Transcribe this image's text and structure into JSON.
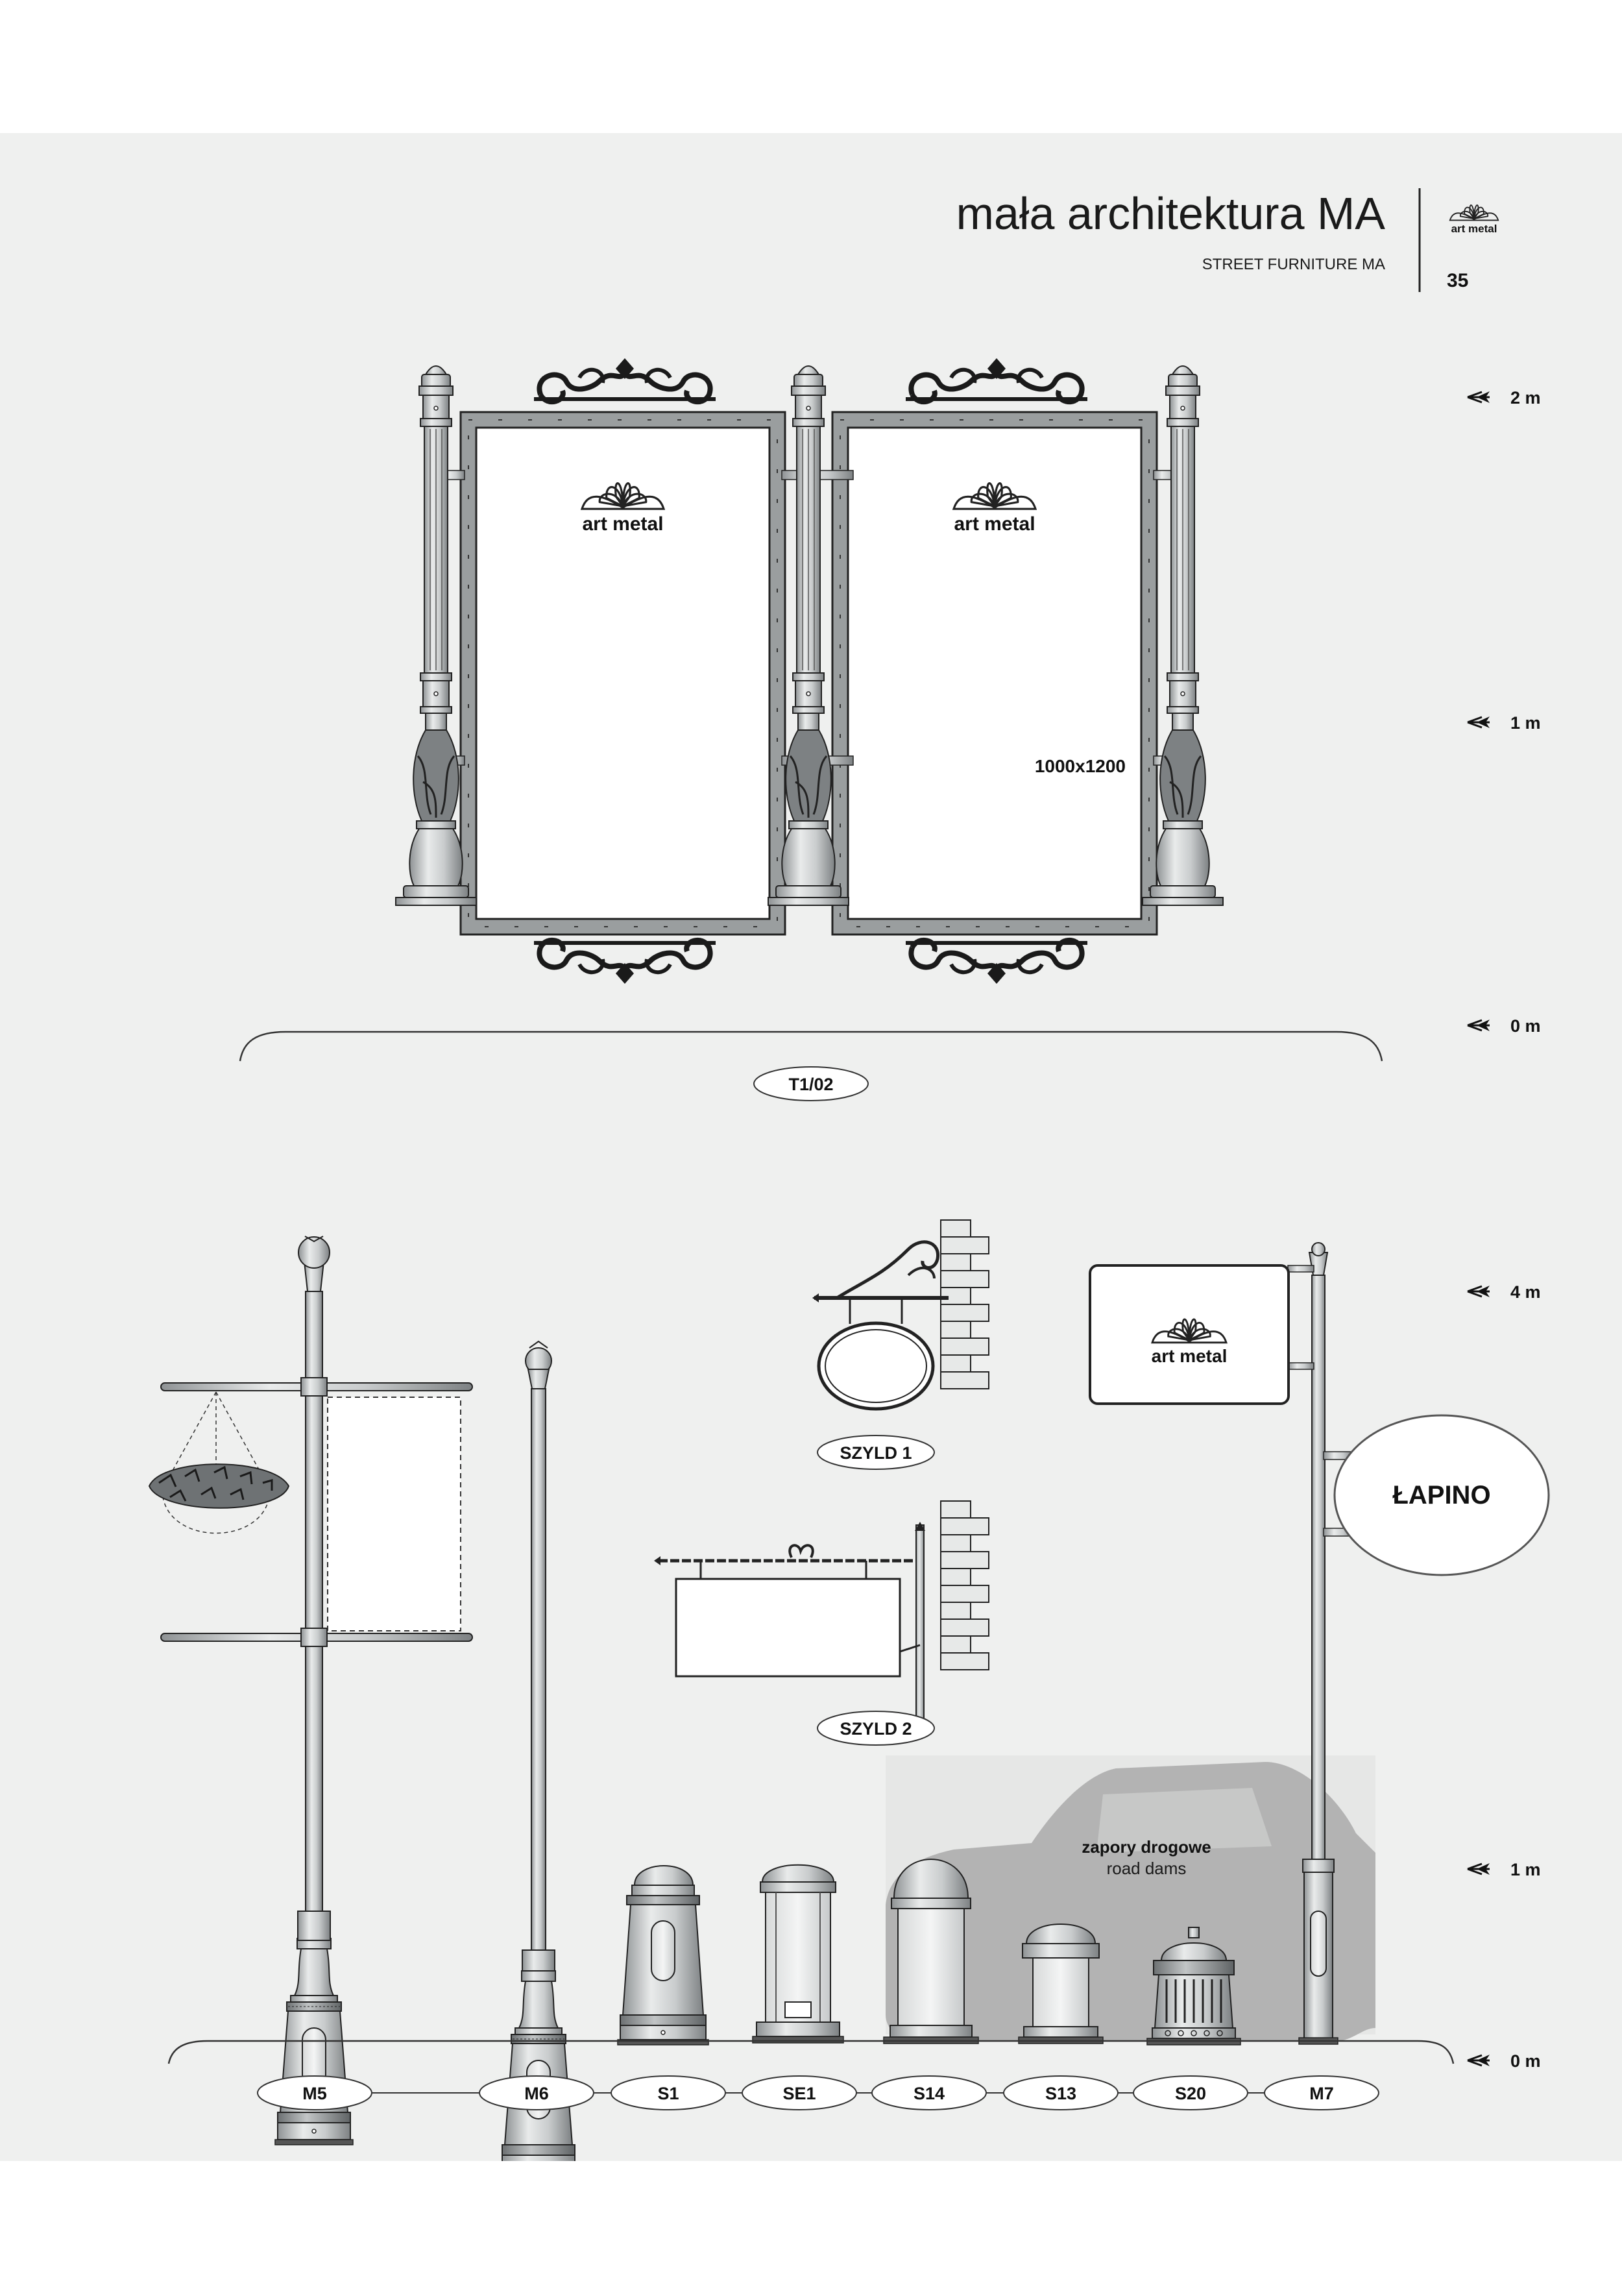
{
  "header": {
    "title": "mała architektura MA",
    "subtitle": "STREET FURNITURE MA",
    "page_number": "35",
    "logo_text": "art metal"
  },
  "upper_section": {
    "scale": [
      "2 m",
      "1 m",
      "0 m"
    ],
    "board_logo_text": "art metal",
    "board_size": "1000x1200",
    "model_label": "T1/02"
  },
  "lower_section": {
    "scale": [
      "4 m",
      "1 m",
      "0 m"
    ],
    "sign_1_label": "SZYLD 1",
    "sign_2_label": "SZYLD 2",
    "board_logo_text": "art metal",
    "oval_sign_text": "ŁAPINO",
    "road_dams_pl": "zapory drogowe",
    "road_dams_en": "road dams",
    "model_labels": [
      "M5",
      "M6",
      "S1",
      "SE1",
      "S14",
      "S13",
      "S20",
      "M7"
    ]
  },
  "colors": {
    "sheet_background": "#eff0ef",
    "metal_fill": "#d3d6d6",
    "metal_dark": "#7c8082",
    "outline": "#1a1a1a",
    "car_silhouette": "#b3b3b3"
  },
  "icons": [
    "art-metal-shell-logo",
    "scale-arrow-icon",
    "hanging-flower-basket",
    "brick-wall",
    "car-silhouette"
  ]
}
